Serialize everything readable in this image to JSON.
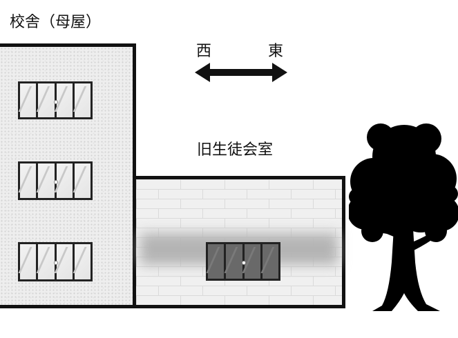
{
  "labels": {
    "main_building": "校舎（母屋）",
    "annex": "旧生徒会室",
    "west": "西",
    "east": "東"
  },
  "colors": {
    "outline": "#111111",
    "wall_light": "#eeeeee",
    "window_glass": "#f3f3f3",
    "window_glass_dark": "#696969",
    "tree": "#000000"
  },
  "icons": {
    "direction": "double-arrow-icon",
    "tree": "tree-icon"
  }
}
